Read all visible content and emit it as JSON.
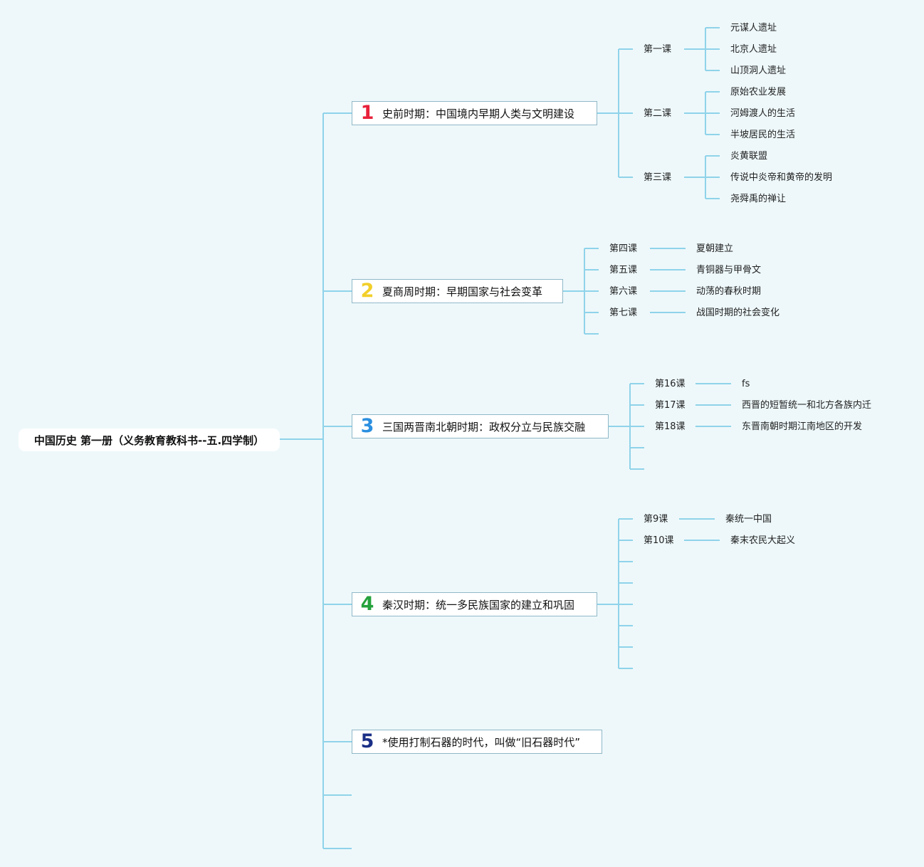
{
  "root": {
    "label": "中国历史 第一册（义务教育教科书--五.四学制）"
  },
  "topics": [
    {
      "number": "1",
      "number_color": "#e8203a",
      "title": "史前时期：中国境内早期人类与文明建设",
      "lessons": [
        {
          "name": "第一课",
          "items": [
            "元谋人遗址",
            "北京人遗址",
            "山顶洞人遗址"
          ]
        },
        {
          "name": "第二课",
          "items": [
            "原始农业发展",
            "河姆渡人的生活",
            "半坡居民的生活"
          ]
        },
        {
          "name": "第三课",
          "items": [
            "炎黄联盟",
            "传说中炎帝和黄帝的发明",
            "尧舜禹的禅让"
          ]
        }
      ]
    },
    {
      "number": "2",
      "number_color": "#f2cf2a",
      "title": "夏商周时期：早期国家与社会变革",
      "lessons": [
        {
          "name": "第四课",
          "items": [
            "夏朝建立"
          ]
        },
        {
          "name": "第五课",
          "items": [
            "青铜器与甲骨文"
          ]
        },
        {
          "name": "第六课",
          "items": [
            "动荡的春秋时期"
          ]
        },
        {
          "name": "第七课",
          "items": [
            "战国时期的社会变化"
          ]
        }
      ]
    },
    {
      "number": "3",
      "number_color": "#2b8fe0",
      "title": "三国两晋南北朝时期：政权分立与民族交融",
      "lessons": [
        {
          "name": "第16课",
          "items": [
            "fs"
          ]
        },
        {
          "name": "第17课",
          "items": [
            "西晋的短暂统一和北方各族内迁"
          ]
        },
        {
          "name": "第18课",
          "items": [
            "东晋南朝时期江南地区的开发"
          ]
        }
      ]
    },
    {
      "number": "4",
      "number_color": "#25a13c",
      "title": "秦汉时期：统一多民族国家的建立和巩固",
      "lessons": [
        {
          "name": "第9课",
          "items": [
            "秦统一中国"
          ]
        },
        {
          "name": "第10课",
          "items": [
            "秦末农民大起义"
          ]
        }
      ]
    },
    {
      "number": "5",
      "number_color": "#1b2f86",
      "title": "*使用打制石器的时代，叫做“旧石器时代”",
      "lessons": []
    }
  ],
  "colors": {
    "connector": "#8fd3ea",
    "background": "#eef8fa"
  }
}
